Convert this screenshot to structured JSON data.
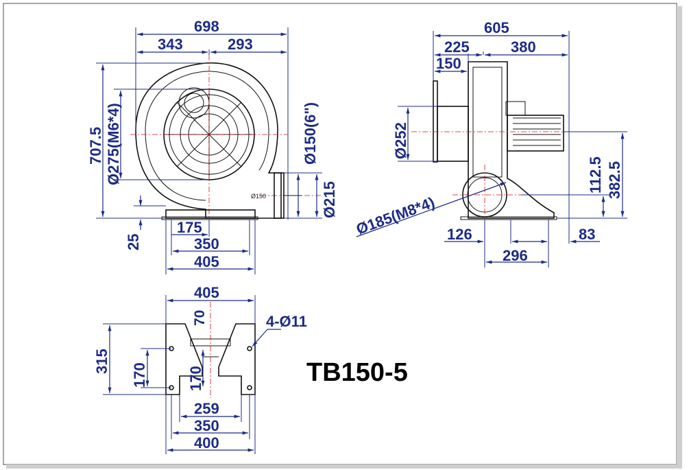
{
  "model": "TB150-5",
  "front_view": {
    "width_total": "698",
    "width_left": "343",
    "width_right": "293",
    "height_total": "707.5",
    "inlet_bolt_circle": "Ø275(M6*4)",
    "outlet_diameter": "Ø150(6\")",
    "outlet_flange": "Ø215",
    "outlet_label": "Ø150",
    "base_height": "25",
    "base_175": "175",
    "base_350": "350",
    "base_405": "405"
  },
  "side_view": {
    "width_total": "605",
    "width_225": "225",
    "width_380": "380",
    "width_150": "150",
    "inlet_diameter": "Ø252",
    "outlet_bolt_circle": "Ø185(M8*4)",
    "height_112": "112.5",
    "height_382": "382.5",
    "base_126": "126",
    "base_296": "296",
    "base_83": "83"
  },
  "base_view": {
    "width_405": "405",
    "dim_70": "70",
    "holes": "4-Ø11",
    "depth_315": "315",
    "depth_170_left": "170",
    "depth_170_center": "170",
    "width_259": "259",
    "width_350": "350",
    "width_400": "400"
  },
  "colors": {
    "dimension": "#1d2b86",
    "centerline": "#dd1111",
    "outline": "#111111"
  }
}
